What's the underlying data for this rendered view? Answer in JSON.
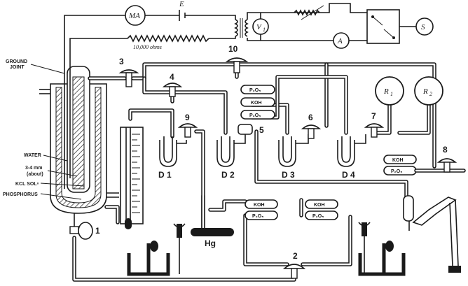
{
  "electrical": {
    "milliammeter": "MA",
    "battery": "E",
    "voltmeter": "V",
    "voltmeter_sub": "1",
    "ammeter": "A",
    "source": "S",
    "resistor": "10,000 ohms"
  },
  "cell_labels": {
    "ground_joint": [
      "GROUND",
      "JOINT"
    ],
    "water": "WATER",
    "gap": [
      "3-4 mm",
      "(about)"
    ],
    "kcl": "KCL SOLⁿ",
    "phosphorus": "PHOSPHORUS"
  },
  "stopcocks": [
    "1",
    "2",
    "3",
    "4",
    "5",
    "6",
    "7",
    "8",
    "9",
    "10"
  ],
  "traps": [
    "D 1",
    "D 2",
    "D 3",
    "D 4"
  ],
  "reservoirs": [
    {
      "label": "R",
      "sub": "1"
    },
    {
      "label": "R",
      "sub": "2"
    }
  ],
  "absorbers": {
    "koh": "KOH",
    "p2o5": "P₂O₅"
  },
  "mercury": "Hg"
}
